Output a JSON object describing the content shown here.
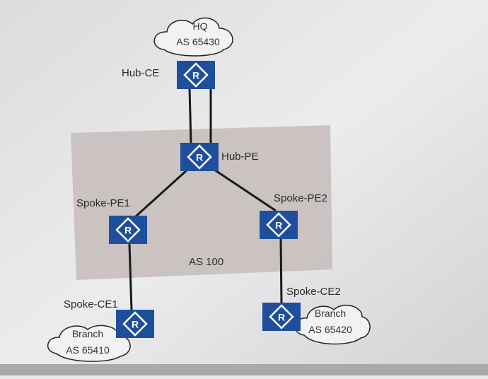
{
  "diagram": {
    "title_region": "AS 100",
    "clouds": {
      "hq": {
        "name": "HQ",
        "as": "AS 65430"
      },
      "branch1": {
        "name": "Branch",
        "as": "AS 65410"
      },
      "branch2": {
        "name": "Branch",
        "as": "AS 65420"
      }
    },
    "routers": {
      "hub_ce": {
        "label": "Hub-CE",
        "glyph": "R"
      },
      "hub_pe": {
        "label": "Hub-PE",
        "glyph": "R"
      },
      "spoke_pe1": {
        "label": "Spoke-PE1",
        "glyph": "R"
      },
      "spoke_pe2": {
        "label": "Spoke-PE2",
        "glyph": "R"
      },
      "spoke_ce1": {
        "label": "Spoke-CE1",
        "glyph": "R"
      },
      "spoke_ce2": {
        "label": "Spoke-CE2",
        "glyph": "R"
      }
    },
    "colors": {
      "router": "#1f4f9c",
      "as_box": "#c8bfbc",
      "link": "#1a1a1a"
    }
  }
}
